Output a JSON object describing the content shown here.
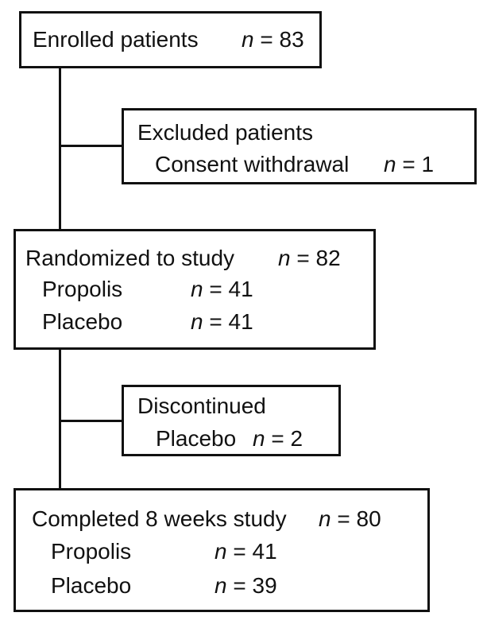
{
  "enrolled": {
    "label": "Enrolled patients",
    "n_symbol": "n",
    "count": "= 83"
  },
  "excluded": {
    "title": "Excluded patients",
    "reason": "Consent withdrawal",
    "n_symbol": "n",
    "count": "=  1"
  },
  "randomized": {
    "label": "Randomized to study",
    "n_symbol": "n",
    "count": "= 82",
    "groups": [
      {
        "name": "Propolis",
        "n_symbol": "n",
        "count": "= 41"
      },
      {
        "name": "Placebo",
        "n_symbol": "n",
        "count": "= 41"
      }
    ]
  },
  "discontinued": {
    "title": "Discontinued",
    "group": "Placebo",
    "n_symbol": "n",
    "count": "=  2"
  },
  "completed": {
    "label": "Completed 8 weeks study",
    "n_symbol": "n",
    "count": "= 80",
    "groups": [
      {
        "name": "Propolis",
        "n_symbol": "n",
        "count": "= 41"
      },
      {
        "name": "Placebo",
        "n_symbol": "n",
        "count": "= 39"
      }
    ]
  }
}
